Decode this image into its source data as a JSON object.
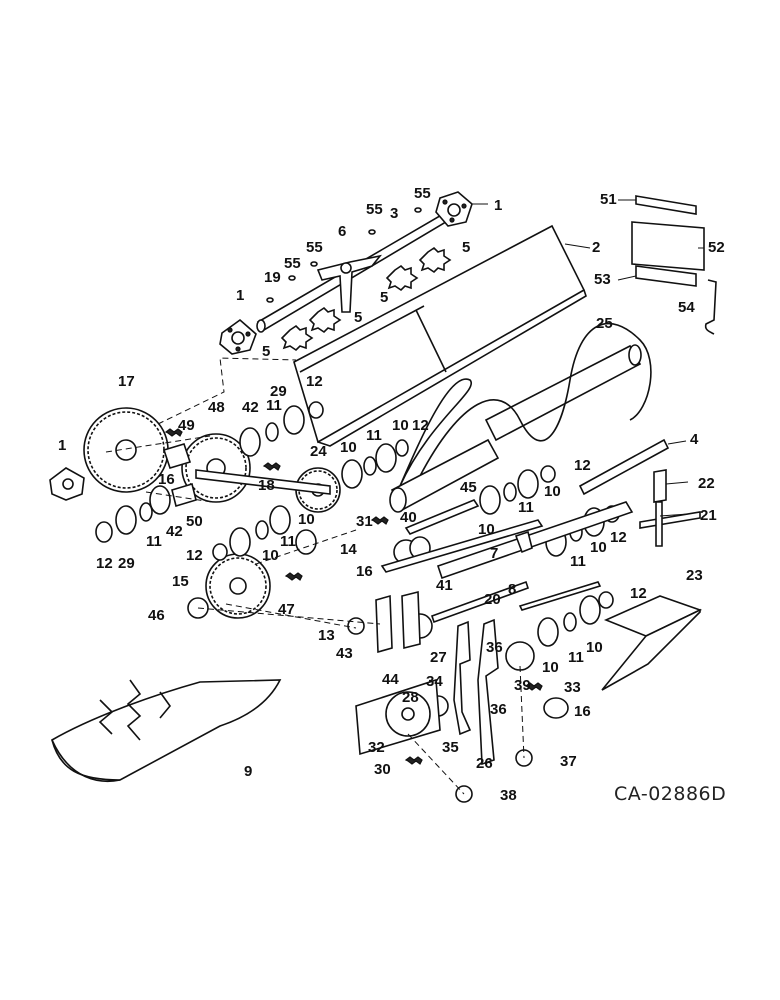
{
  "figure_id": "CA-02886D",
  "labels": {
    "p1": "1",
    "p2": "2",
    "p3": "3",
    "p4": "4",
    "p5": "5",
    "p6": "6",
    "p7": "7",
    "p8": "8",
    "p9": "9",
    "p10": "10",
    "p11": "11",
    "p12": "12",
    "p13": "13",
    "p14": "14",
    "p15": "15",
    "p16": "16",
    "p17": "17",
    "p18": "18",
    "p19": "19",
    "p20": "20",
    "p21": "21",
    "p22": "22",
    "p23": "23",
    "p24": "24",
    "p25": "25",
    "p26": "26",
    "p27": "27",
    "p28": "28",
    "p29": "29",
    "p30": "30",
    "p31": "31",
    "p32": "32",
    "p33": "33",
    "p34": "34",
    "p35": "35",
    "p36": "36",
    "p37": "37",
    "p38": "38",
    "p39": "39",
    "p40": "40",
    "p41": "41",
    "p42": "42",
    "p43": "43",
    "p44": "44",
    "p45": "45",
    "p46": "46",
    "p47": "47",
    "p48": "48",
    "p49": "49",
    "p50": "50",
    "p51": "51",
    "p52": "52",
    "p53": "53",
    "p54": "54",
    "p55": "55"
  }
}
